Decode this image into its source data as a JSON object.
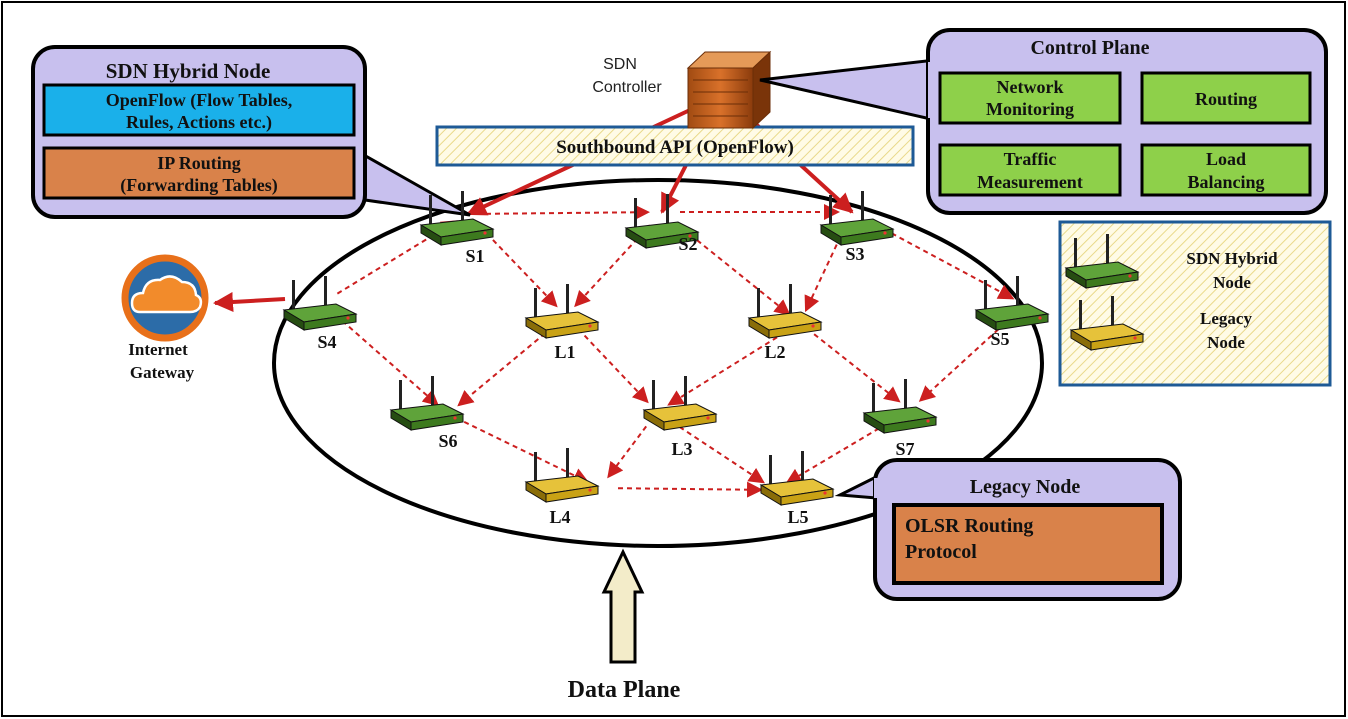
{
  "controller": {
    "line1": "SDN",
    "line2": "Controller"
  },
  "southbound_api": "Southbound API (OpenFlow)",
  "hybrid_box": {
    "title": "SDN Hybrid Node",
    "openflow_line1": "OpenFlow (Flow Tables,",
    "openflow_line2": "Rules, Actions etc.)",
    "ip_line1": "IP Routing",
    "ip_line2": "(Forwarding Tables)"
  },
  "control_plane": {
    "title": "Control Plane",
    "items": [
      {
        "line1": "Network",
        "line2": "Monitoring"
      },
      {
        "line1": "Routing",
        "line2": ""
      },
      {
        "line1": "Traffic",
        "line2": "Measurement"
      },
      {
        "line1": "Load",
        "line2": "Balancing"
      }
    ]
  },
  "legend": {
    "hybrid_line1": "SDN Hybrid",
    "hybrid_line2": "Node",
    "legacy_line1": "Legacy",
    "legacy_line2": "Node"
  },
  "gateway": {
    "line1": "Internet",
    "line2": "Gateway"
  },
  "legacy_box": {
    "title": "Legacy Node",
    "line1": "OLSR Routing",
    "line2": "Protocol"
  },
  "data_plane": "Data Plane",
  "nodes": [
    {
      "id": "S1",
      "label": "S1",
      "type": "hybrid"
    },
    {
      "id": "S2",
      "label": "S2",
      "type": "hybrid"
    },
    {
      "id": "S3",
      "label": "S3",
      "type": "hybrid"
    },
    {
      "id": "S4",
      "label": "S4",
      "type": "hybrid"
    },
    {
      "id": "S5",
      "label": "S5",
      "type": "hybrid"
    },
    {
      "id": "S6",
      "label": "S6",
      "type": "hybrid"
    },
    {
      "id": "S7",
      "label": "S7",
      "type": "hybrid"
    },
    {
      "id": "L1",
      "label": "L1",
      "type": "legacy"
    },
    {
      "id": "L2",
      "label": "L2",
      "type": "legacy"
    },
    {
      "id": "L3",
      "label": "L3",
      "type": "legacy"
    },
    {
      "id": "L4",
      "label": "L4",
      "type": "legacy"
    },
    {
      "id": "L5",
      "label": "L5",
      "type": "legacy"
    }
  ],
  "links": [
    [
      "S1",
      "S2"
    ],
    [
      "S2",
      "S3"
    ],
    [
      "S1",
      "L1"
    ],
    [
      "S2",
      "L1"
    ],
    [
      "S2",
      "L2"
    ],
    [
      "S3",
      "L2"
    ],
    [
      "S3",
      "S5"
    ],
    [
      "S4",
      "S1"
    ],
    [
      "S4",
      "S6"
    ],
    [
      "L1",
      "S6"
    ],
    [
      "L1",
      "L3"
    ],
    [
      "L2",
      "L3"
    ],
    [
      "L2",
      "S7"
    ],
    [
      "S5",
      "S7"
    ],
    [
      "S6",
      "L4"
    ],
    [
      "L3",
      "L4"
    ],
    [
      "L3",
      "L5"
    ],
    [
      "S7",
      "L5"
    ],
    [
      "L4",
      "L5"
    ]
  ],
  "controller_links": [
    "S1",
    "S2",
    "S3"
  ],
  "colors": {
    "callout_fill": "#c8c0ee",
    "openflow_fill": "#1ab0ea",
    "routing_fill": "#d9824a",
    "control_item_fill": "#8ed04a",
    "api_border": "#1e5a96",
    "link_red": "#cc1f1f",
    "hybrid_router": "#3d7a1e",
    "legacy_router": "#c9a215",
    "cloud_ring": "#e8701a",
    "cloud_fill": "#2c6ca8",
    "arrow_fill": "#f3ecc9"
  }
}
